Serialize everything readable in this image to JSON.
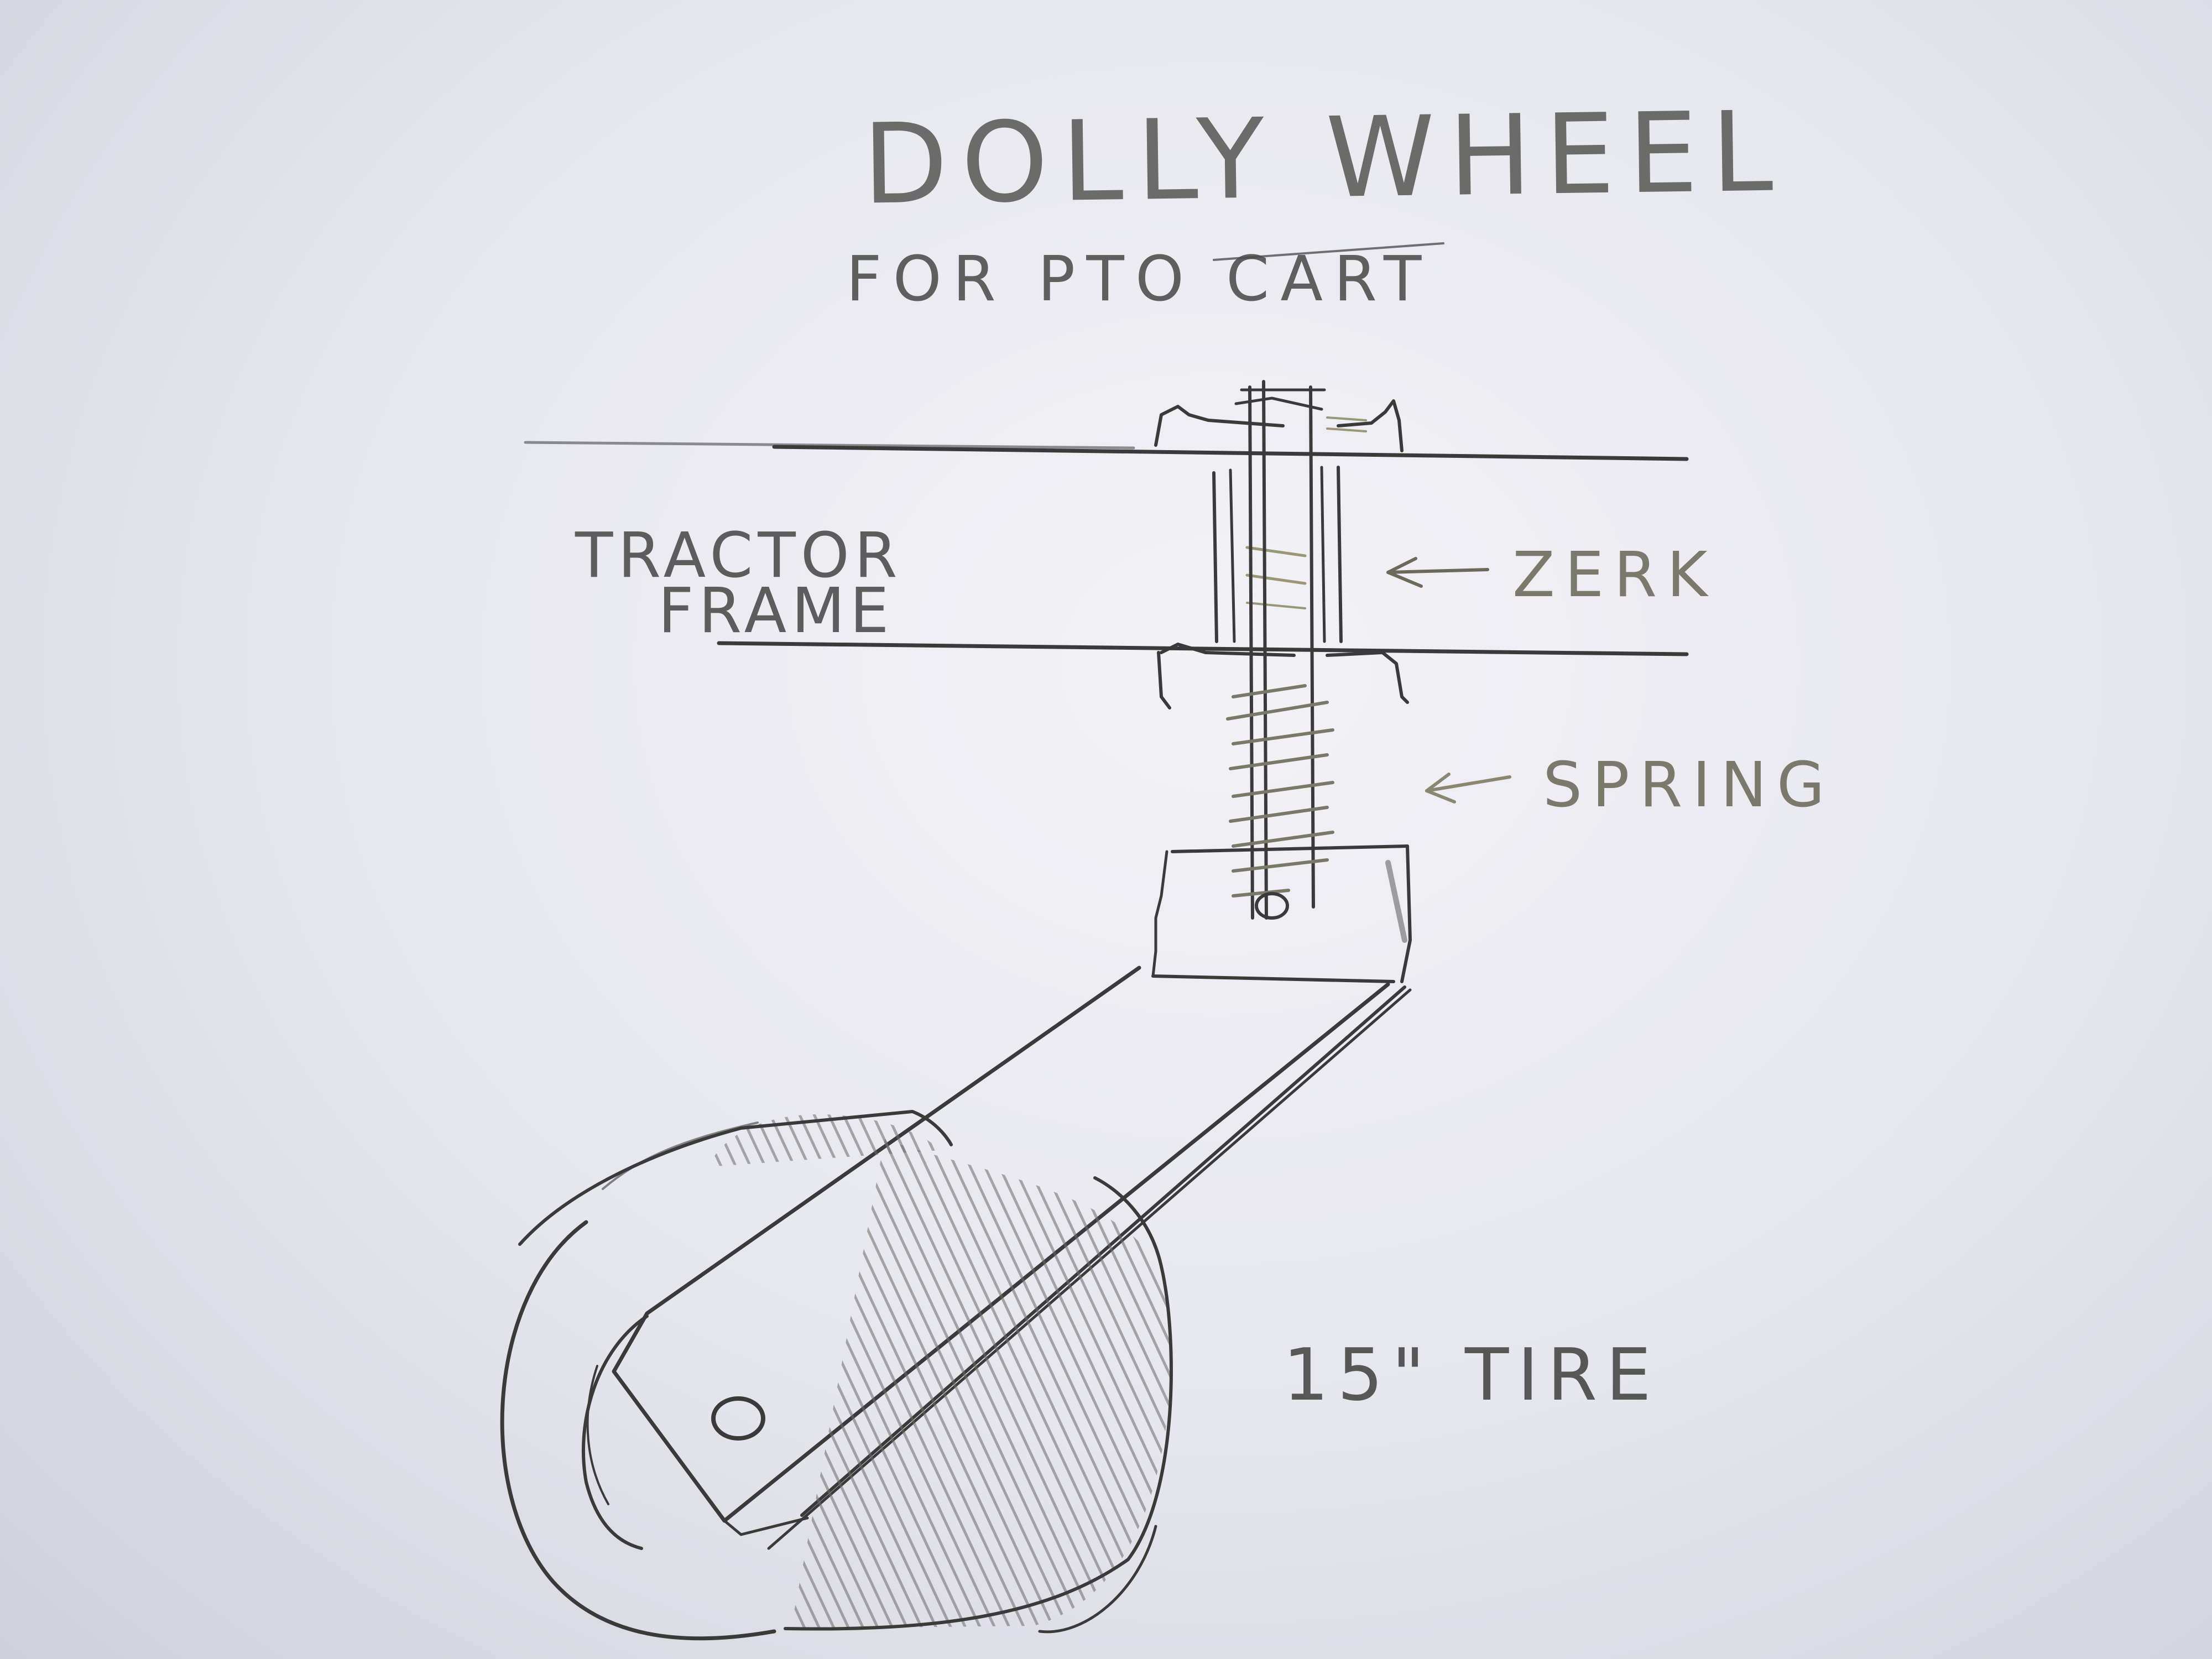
{
  "title": "DOLLY WHEEL",
  "subtitle": "FOR PTO CART",
  "labels": {
    "tractor_frame_line1": "TRACTOR",
    "tractor_frame_line2": "FRAME",
    "zerk": "ZERK",
    "spring": "SPRING",
    "tire": "15\" TIRE"
  },
  "colors": {
    "paper": "#e9e9f0",
    "pencil": "#3a3a3a",
    "highlight": "#9a9676"
  }
}
